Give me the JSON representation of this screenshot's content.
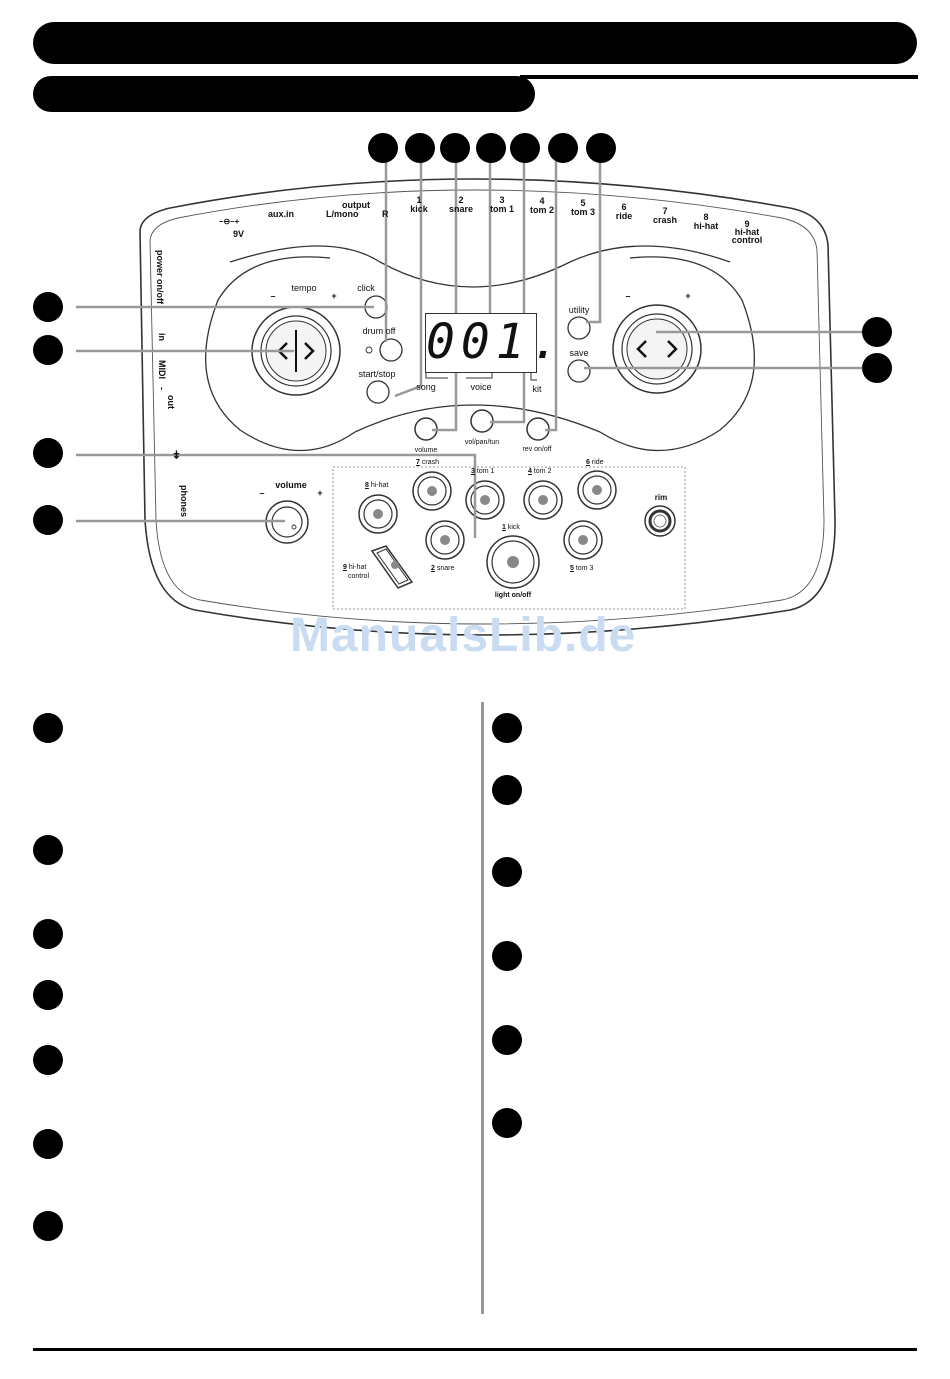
{
  "lcd": {
    "display": "001."
  },
  "panel": {
    "power_label": "power on/off",
    "midi_in": "in",
    "midi_label": "MIDI",
    "midi_dash": "-",
    "midi_out": "out",
    "phones_label": "phones",
    "dc_label": "9V",
    "aux_label": "aux.in",
    "output_label": "output",
    "output_sub": "L/mono",
    "output_r": "R",
    "tempo_label": "tempo",
    "minus": "–",
    "plus": "+",
    "click_label": "click",
    "drum_off_label": "drum off",
    "start_stop_label": "start/stop",
    "song_label": "song",
    "voice_label": "voice",
    "kit_label": "kit",
    "utility_label": "utility",
    "save_label": "save",
    "volume_btn_label": "volume",
    "vol_pan_label": "vol/pan/tun",
    "rev_label": "rev on/off",
    "volume_knob_label": "volume",
    "rim_label": "rim",
    "light_label": "light on/off"
  },
  "jacks": [
    {
      "num": "1",
      "name": "kick"
    },
    {
      "num": "2",
      "name": "snare"
    },
    {
      "num": "3",
      "name": "tom 1"
    },
    {
      "num": "4",
      "name": "tom 2"
    },
    {
      "num": "5",
      "name": "tom 3"
    },
    {
      "num": "6",
      "name": "ride"
    },
    {
      "num": "7",
      "name": "crash"
    },
    {
      "num": "8",
      "name": "hi-hat"
    },
    {
      "num": "9",
      "name": "hi-hat",
      "name2": "control"
    }
  ],
  "pads": [
    {
      "num": "8",
      "name": "hi-hat"
    },
    {
      "num": "7",
      "name": "crash"
    },
    {
      "num": "3",
      "name": "tom 1"
    },
    {
      "num": "4",
      "name": "tom 2"
    },
    {
      "num": "6",
      "name": "ride"
    },
    {
      "num": "2",
      "name": "snare"
    },
    {
      "num": "1",
      "name": "kick"
    },
    {
      "num": "5",
      "name": "tom 3"
    },
    {
      "num": "9",
      "name": "hi-hat",
      "name2": "control"
    }
  ],
  "watermark": "ManualsLib.de"
}
